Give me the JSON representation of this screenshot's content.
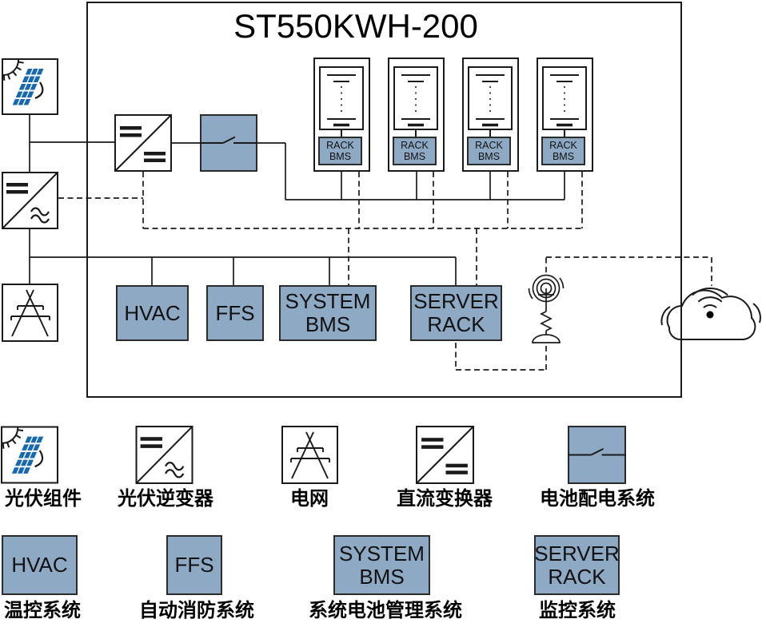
{
  "title": "ST550KWH-200",
  "racks": {
    "count": 4,
    "bms_label": "RACK BMS"
  },
  "modules": {
    "hvac": "HVAC",
    "ffs": "FFS",
    "system_bms": "SYSTEM BMS",
    "server_rack": "SERVER RACK"
  },
  "legend": {
    "pv_module": "光伏组件",
    "pv_inverter": "光伏逆变器",
    "grid": "电网",
    "dc_converter": "直流变换器",
    "battery_distribution": "电池配电系统",
    "hvac_label": "温控系统",
    "ffs_label": "自动消防系统",
    "system_bms_label": "系统电池管理系统",
    "server_rack_label": "监控系统"
  },
  "colors": {
    "module_fill": "#8EA9C4",
    "line": "#1A1A1A",
    "solar_cell": "#1668B1"
  }
}
